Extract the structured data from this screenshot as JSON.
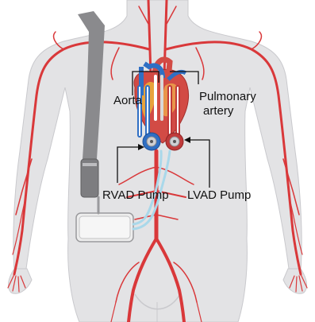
{
  "labels": {
    "aorta": "Aorta",
    "pulmonary_line1": "Pulmonary",
    "pulmonary_line2": "artery",
    "rvad_pump": "RVAD Pump",
    "lvad_pump": "LVAD Pump"
  },
  "colors": {
    "skin": "#e3e3e5",
    "skin_outline": "#c9c9cd",
    "artery": "#d9383a",
    "vein": "#2f6fc4",
    "device_strap": "#8a8a8d",
    "controller": "#ededed",
    "driveline": "#a9d8ea"
  }
}
